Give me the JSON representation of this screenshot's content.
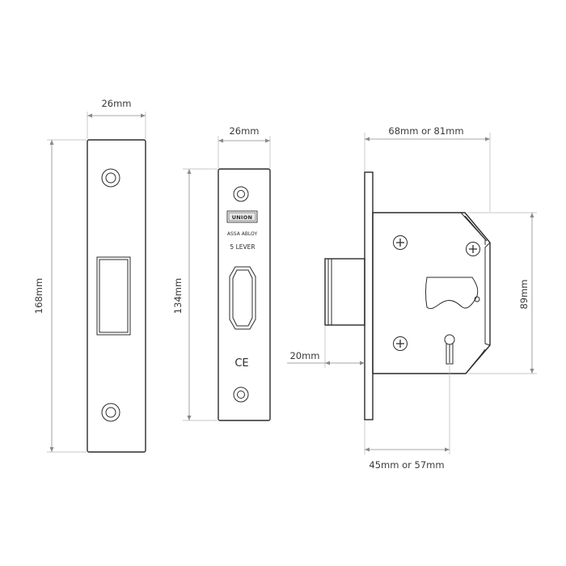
{
  "dimensions": {
    "strike_width": "26mm",
    "strike_height": "168mm",
    "faceplate_width": "26mm",
    "faceplate_height": "134mm",
    "case_depth": "68mm or 81mm",
    "case_height": "89mm",
    "bolt_throw": "20mm",
    "backset": "45mm or 57mm"
  },
  "faceplate_marks": {
    "brand": "UNION",
    "maker": "ASSA ABLOY",
    "lever_count": "5 LEVER",
    "certification": "CE"
  }
}
